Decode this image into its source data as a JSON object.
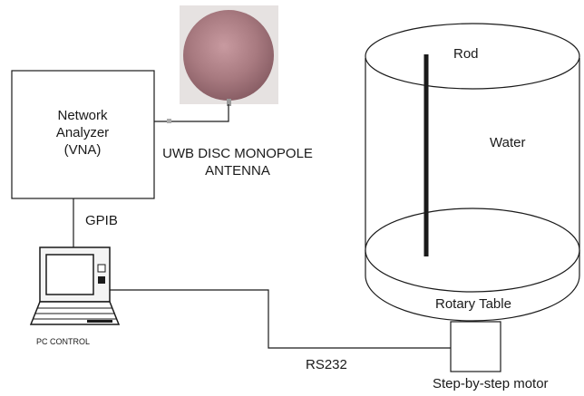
{
  "diagram": {
    "network_analyzer": {
      "line1": "Network",
      "line2": "Analyzer",
      "line3": "(VNA)"
    },
    "antenna": {
      "line1": "UWB DISC MONOPOLE",
      "line2": "ANTENNA"
    },
    "gpib": "GPIB",
    "pc_control": "PC CONTROL",
    "rs232": "RS232",
    "rod": "Rod",
    "water": "Water",
    "rotary_table": "Rotary Table",
    "motor": "Step-by-step motor"
  },
  "colors": {
    "line": "#1a1a1a",
    "antenna_disc": "#a87a80",
    "antenna_bg": "#e6e2e1"
  }
}
